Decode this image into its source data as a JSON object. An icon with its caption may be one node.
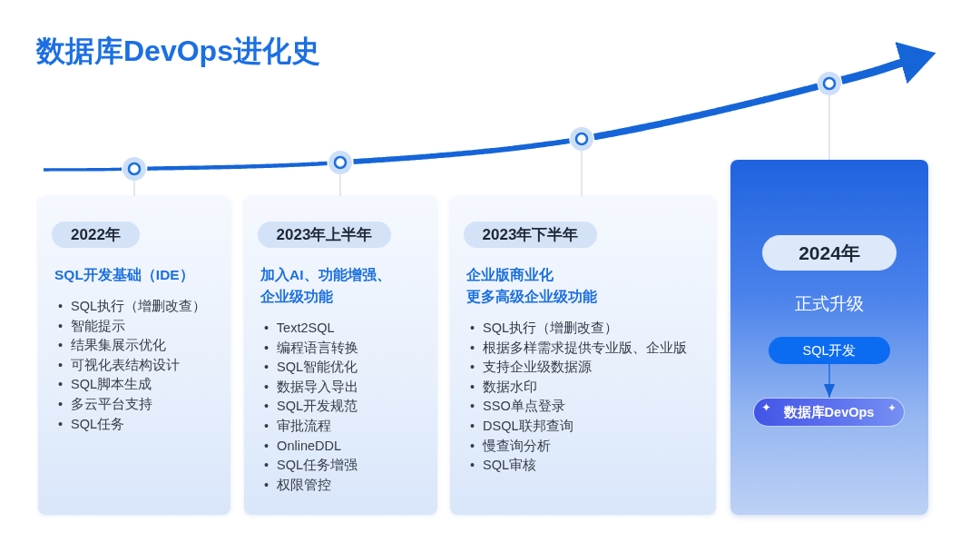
{
  "diagram": {
    "title": "数据库DevOps进化史",
    "nodes": [
      {
        "text": [],
        "shape": "circle"
      },
      {
        "text": [],
        "shape": "circle"
      },
      {
        "text": [],
        "shape": "circle"
      },
      {
        "text": [],
        "shape": "circle"
      },
      {
        "text": [
          "SQL开发基础（IDE）",
          "• SQL执行（增删改查）",
          "• 智能提示",
          "• 结果集展示优化",
          "• 可视化表结构设计",
          "• SQL脚本生成",
          "• 多云平台支持",
          "• SQL任务"
        ]
      },
      {
        "text": [
          "2022年"
        ],
        "in": 4
      },
      {
        "text": [
          "加入AI、功能增强、企业级功能",
          "• Text2SQL",
          "• 编程语言转换",
          "• SQL智能优化",
          "• 数据导入导出",
          "• SQL开发规范",
          "• 审批流程",
          "• OnlineDDL",
          "• SQL任务增强",
          "• 权限管控"
        ]
      },
      {
        "text": [
          "2023年上半年"
        ],
        "in": 6
      },
      {
        "text": [
          "企业版商业化",
          "更多高级企业级功能",
          "• SQL执行（增删改查）",
          "• 根据多样需求提供专业版、企业版",
          "• 支持企业级数据源",
          "• 数据水印",
          "• SSO单点登录",
          "• DSQL联邦查询",
          "• 慢查询分析",
          "• SQL审核"
        ]
      },
      {
        "text": [
          "2023年下半年"
        ],
        "in": 8
      },
      {
        "text": [
          "正式升级"
        ]
      },
      {
        "text": [
          "2024年"
        ],
        "in": 10
      },
      {
        "text": [
          "SQL开发"
        ],
        "in": 10
      },
      {
        "text": [
          "数据库DevOps"
        ],
        "in": 10
      }
    ],
    "edges": [
      {
        "from": null,
        "to": 0,
        "arrow": "none",
        "style": "thick"
      },
      {
        "from": 0,
        "to": 1,
        "arrow": "none",
        "style": "thick"
      },
      {
        "from": 1,
        "to": 2,
        "arrow": "none",
        "style": "thick"
      },
      {
        "from": 2,
        "to": 3,
        "arrow": "none",
        "style": "thick"
      },
      {
        "from": 3,
        "to": null,
        "arrow": "to",
        "style": "thick"
      },
      {
        "from": 0,
        "to": 4,
        "arrow": "none",
        "color": "#d5dbe4"
      },
      {
        "from": 1,
        "to": 6,
        "arrow": "none",
        "color": "#d5dbe4"
      },
      {
        "from": 2,
        "to": 8,
        "arrow": "none",
        "color": "#d5dbe4"
      },
      {
        "from": 3,
        "to": 10,
        "arrow": "none",
        "color": "#d5dbe4"
      },
      {
        "from": 12,
        "to": 13,
        "arrow": "to"
      }
    ]
  }
}
